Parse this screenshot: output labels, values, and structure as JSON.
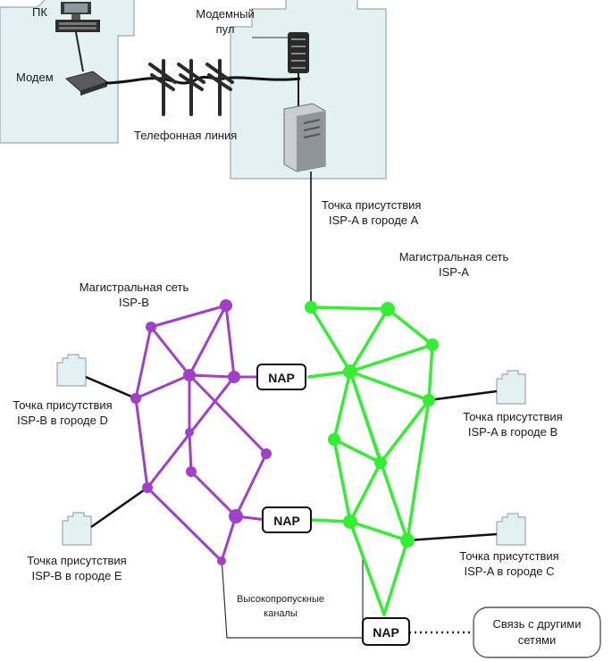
{
  "labels": {
    "pc": "ПК",
    "modem": "Модем",
    "modem_pool": [
      "Модемный",
      "пул"
    ],
    "phone_line": "Телефонная линия",
    "pop_a_city_a": [
      "Точка присутствия",
      "ISP-A в городе A"
    ],
    "backbone_a": [
      "Магистральная сеть",
      "ISP-A"
    ],
    "backbone_b": [
      "Магистральная сеть",
      "ISP-B"
    ],
    "pop_b_city_d": [
      "Точка присутствия",
      "ISP-B в городе D"
    ],
    "pop_a_city_b": [
      "Точка присутствия",
      "ISP-A в городе B"
    ],
    "pop_b_city_e": [
      "Точка присутствия",
      "ISP-B в городе E"
    ],
    "pop_a_city_c": [
      "Точка присутствия",
      "ISP-A в городе C"
    ],
    "high_bandwidth": [
      "Высокопропускные",
      "каналы"
    ],
    "other_networks": [
      "Связь с другими",
      "сетями"
    ]
  },
  "nap_boxes": [
    "NAP",
    "NAP",
    "NAP"
  ],
  "colors": {
    "isp_b": "#a040c8",
    "isp_a": "#33ee33",
    "building_fill": "#e3f1f3",
    "line": "#111111"
  }
}
